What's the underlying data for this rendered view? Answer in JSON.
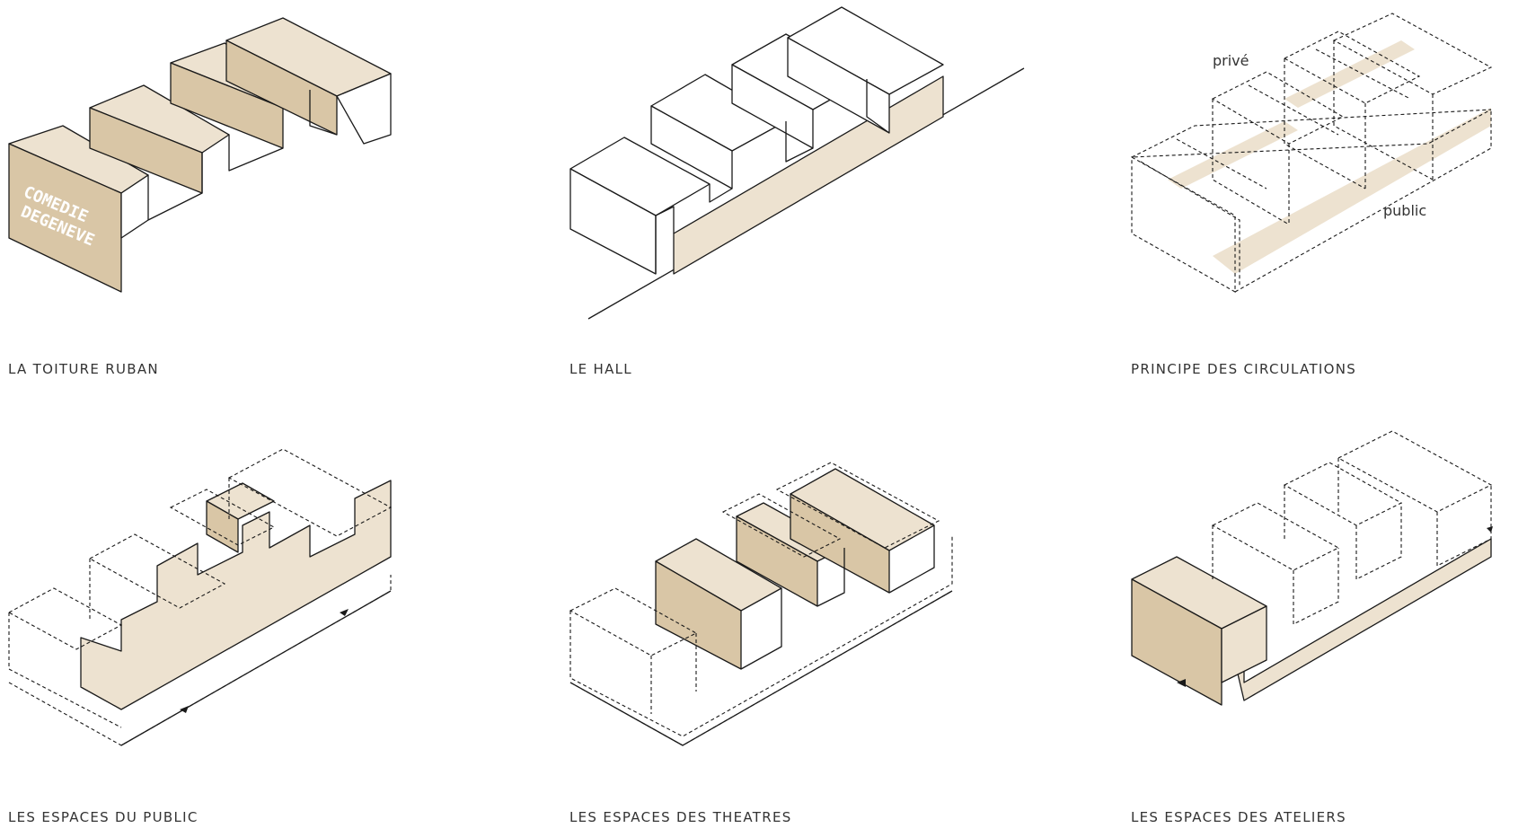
{
  "colors": {
    "beige": "#ede2d0",
    "beige_dark": "#d9c6a6",
    "line": "#1a1a1a",
    "text": "#333333"
  },
  "panels": [
    {
      "caption": "LA TOITURE RUBAN",
      "logo_text": "COMEDIE DEGENEVE"
    },
    {
      "caption": "LE HALL"
    },
    {
      "caption": "PRINCIPE DES CIRCULATIONS",
      "label_prive": "privé",
      "label_public": "public"
    },
    {
      "caption": "LES ESPACES DU PUBLIC"
    },
    {
      "caption": "LES ESPACES DES THEATRES"
    },
    {
      "caption": "LES ESPACES DES ATELIERS"
    }
  ]
}
